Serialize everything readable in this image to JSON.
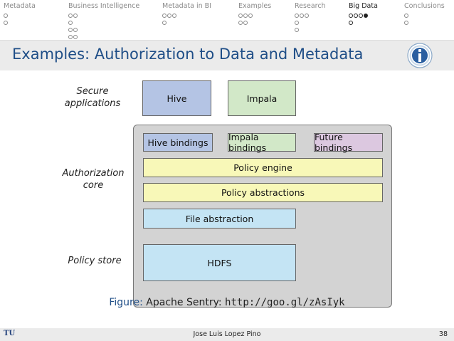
{
  "nav": {
    "sections": [
      {
        "title": "Metadata",
        "dots": [
          [
            0
          ],
          [
            0
          ]
        ]
      },
      {
        "title": "Business Intelligence",
        "dots": [
          [
            0,
            0
          ],
          [
            0
          ],
          [
            0,
            0
          ],
          [
            0,
            0
          ]
        ]
      },
      {
        "title": "Metadata in BI",
        "dots": [
          [
            0,
            0,
            0
          ],
          [
            0
          ]
        ]
      },
      {
        "title": "Examples",
        "dots": [
          [
            0,
            0,
            0
          ],
          [
            0,
            0
          ]
        ]
      },
      {
        "title": "Research",
        "dots": [
          [
            0,
            0,
            0
          ],
          [
            0
          ],
          [
            0
          ]
        ]
      },
      {
        "title": "Big Data",
        "dots": [
          [
            0,
            0,
            0,
            1
          ],
          [
            0
          ]
        ],
        "active": true
      },
      {
        "title": "Conclusions",
        "dots": [
          [
            0
          ],
          [
            0
          ]
        ]
      }
    ]
  },
  "slide": {
    "title": "Examples: Authorization to Data and Metadata"
  },
  "diagram": {
    "labels": {
      "secure_line1": "Secure",
      "secure_line2": "applications",
      "auth_line1": "Authorization",
      "auth_line2": "core",
      "policy_store": "Policy store"
    },
    "boxes": {
      "hive": "Hive",
      "impala": "Impala",
      "hive_bindings": "Hive bindings",
      "impala_bindings": "Impala bindings",
      "future_bindings": "Future bindings",
      "policy_engine": "Policy engine",
      "policy_abstractions": "Policy abstractions",
      "file_abstraction": "File abstraction",
      "hdfs": "HDFS"
    },
    "colors": {
      "hive": "#b4c4e4",
      "impala": "#d2e8c8",
      "future": "#dcc8e0",
      "policy": "#f8f8b8",
      "file": "#c4e4f4"
    }
  },
  "caption": {
    "prefix": "Figure:",
    "text": "Apache Sentry:",
    "url": "http://goo.gl/zAsIyk"
  },
  "footer": {
    "logo": "TU",
    "author": "Jose Luis Lopez Pino",
    "page": "38"
  }
}
